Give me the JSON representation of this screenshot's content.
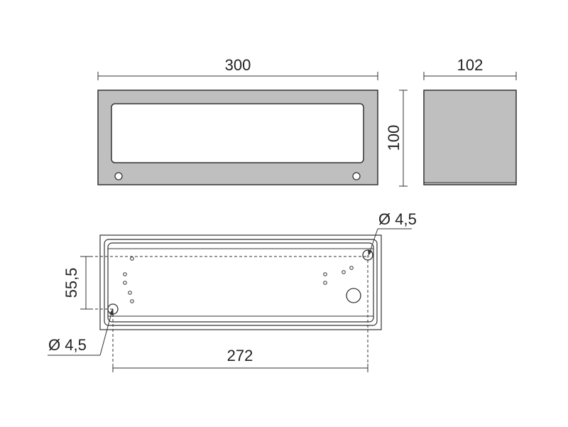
{
  "dimensions": {
    "width_front": "300",
    "depth_side": "102",
    "height": "100",
    "hole_spacing_vertical": "55,5",
    "hole_spacing_horizontal": "272",
    "hole_diameter_top": "Ø 4,5",
    "hole_diameter_bottom": "Ø 4,5"
  },
  "colors": {
    "body_fill": "#bfbfbf",
    "line": "#333333",
    "window": "#ffffff"
  }
}
